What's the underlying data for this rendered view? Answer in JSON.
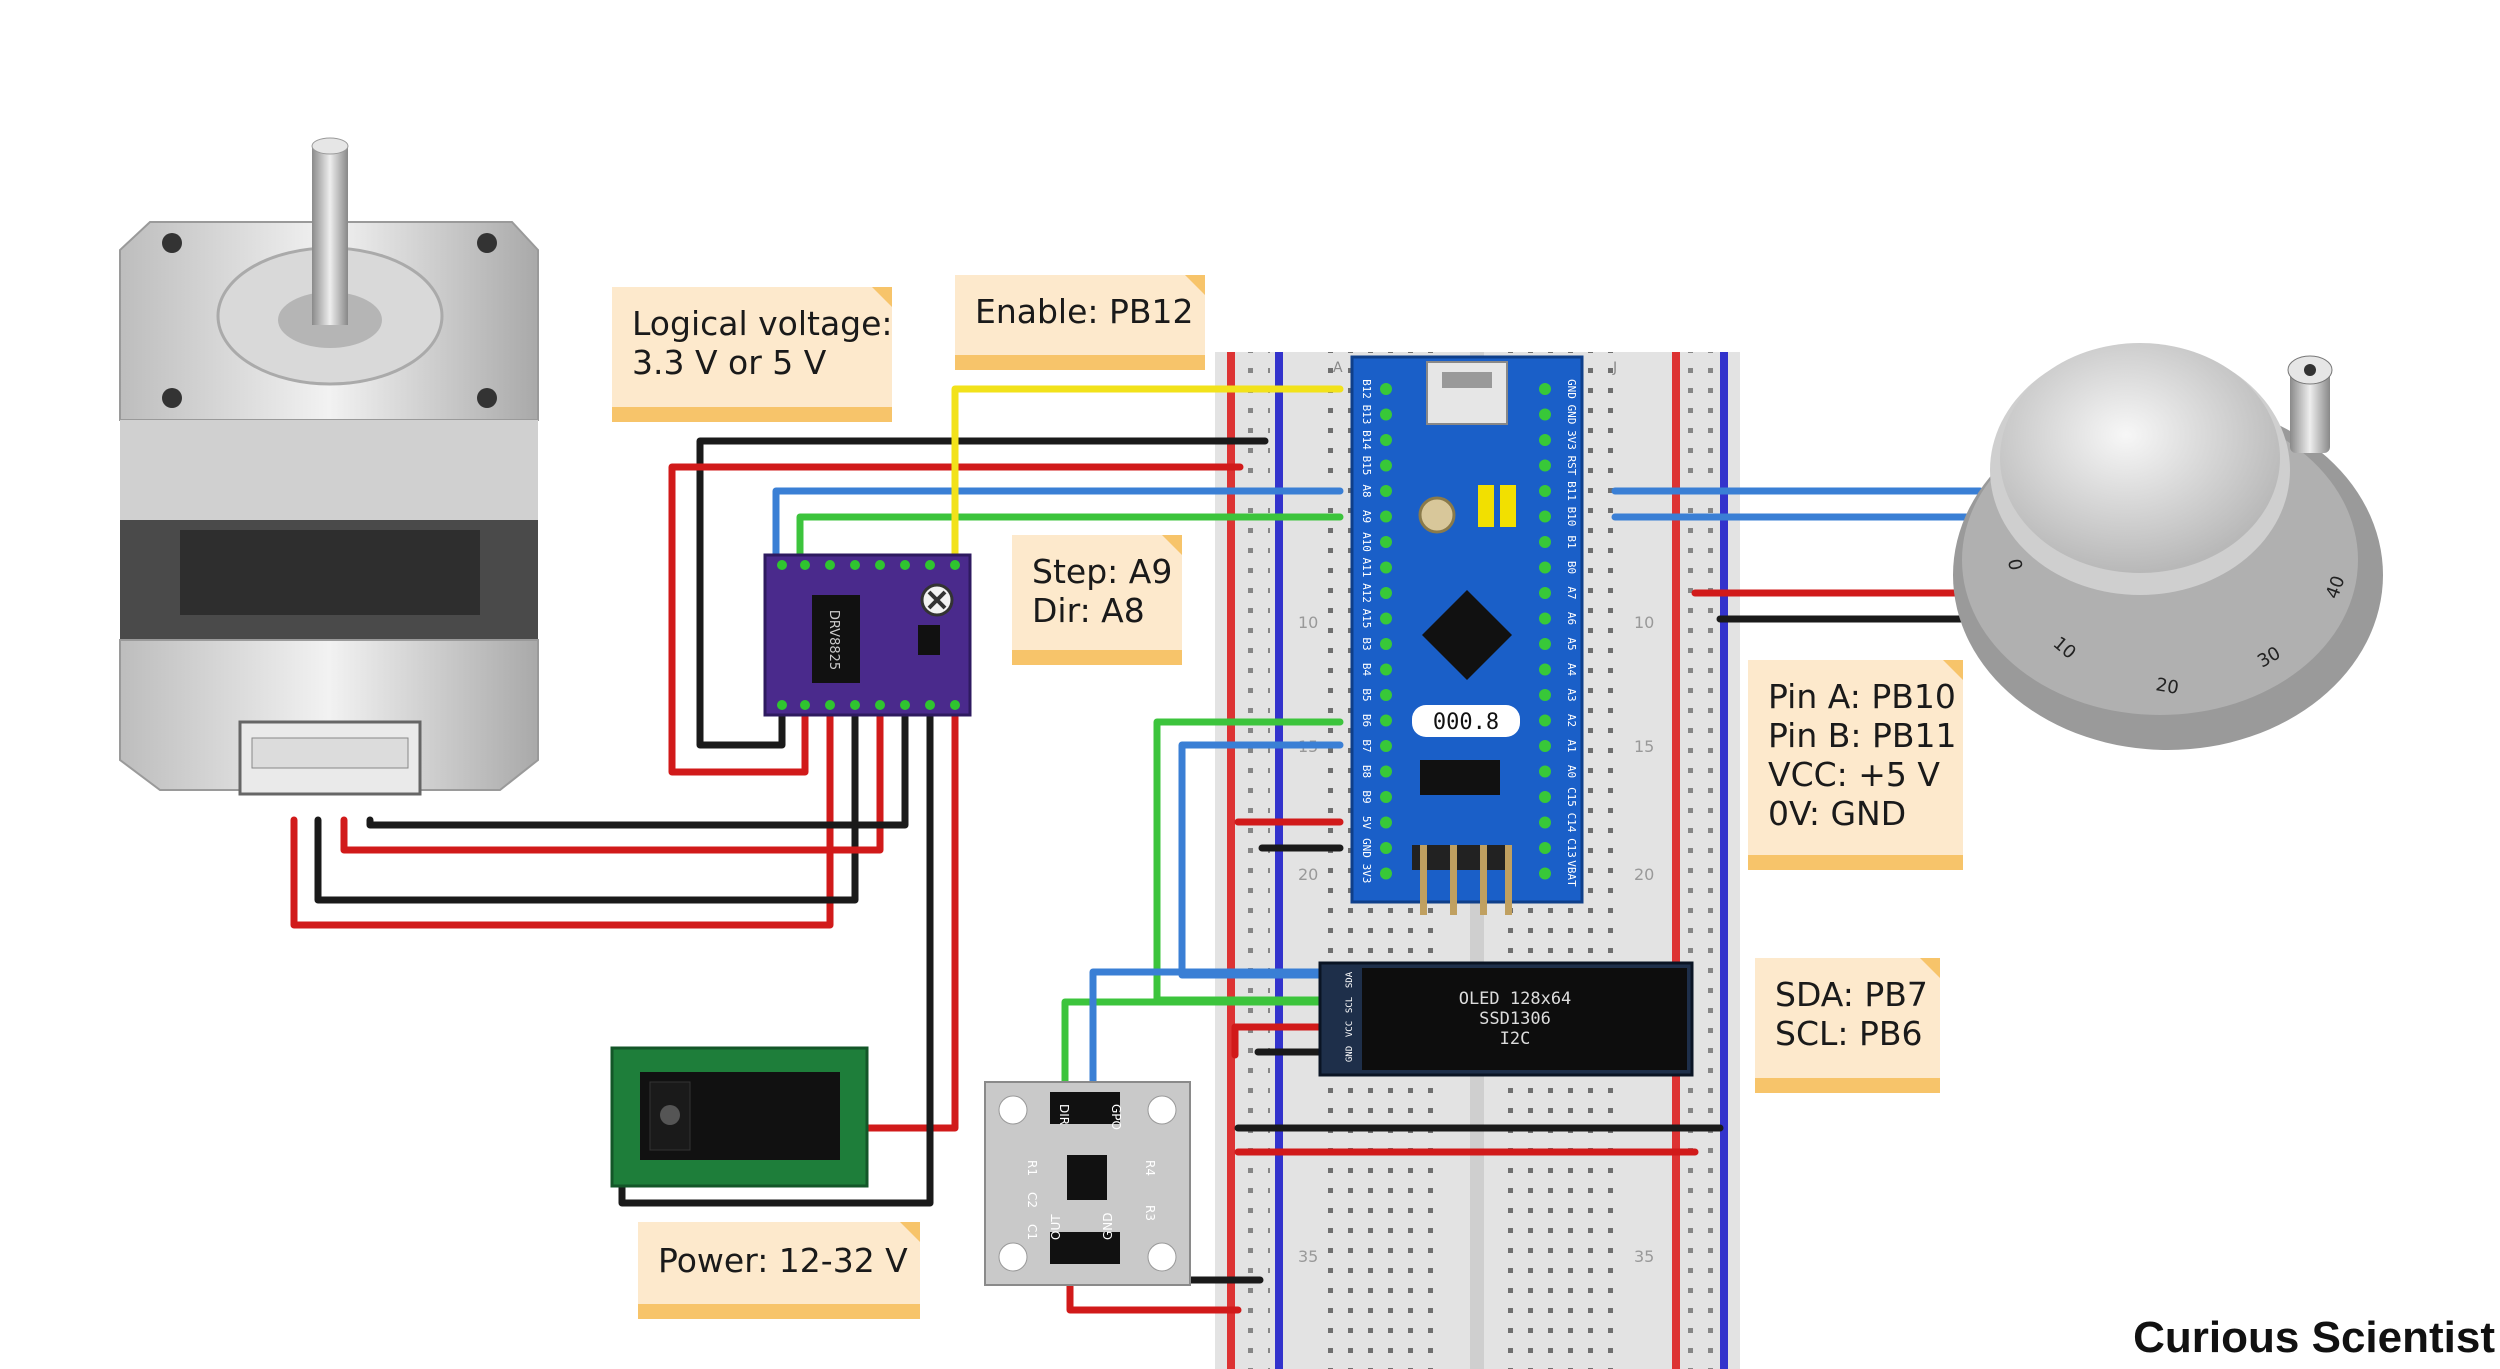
{
  "notes": {
    "logic": [
      "Logical voltage:",
      "3.3 V or 5 V"
    ],
    "enable": [
      "Enable: PB12"
    ],
    "step": [
      "Step: A9",
      "Dir: A8"
    ],
    "encoder": [
      "Pin A: PB10",
      "Pin B: PB11",
      "VCC: +5 V",
      "0V: GND"
    ],
    "i2c": [
      "SDA: PB7",
      "SCL: PB6"
    ],
    "power": [
      "Power: 12-32 V"
    ]
  },
  "driver_label": "DRV8825",
  "oled_label": [
    "OLED 128x64",
    "SSD1306",
    "I2C"
  ],
  "oled_pins": [
    "SDA",
    "SCL",
    "VCC",
    "GND"
  ],
  "as5600_pins": [
    "DIR",
    "GPO",
    "OUT",
    "GND"
  ],
  "as5600_parts": [
    "R1",
    "C2",
    "C1",
    "R4",
    "R3"
  ],
  "stm32_left_pins": [
    "B12",
    "B13",
    "B14",
    "B15",
    "A8",
    "A9",
    "A10",
    "A11",
    "A12",
    "A15",
    "B3",
    "B4",
    "B5",
    "B6",
    "B7",
    "B8",
    "B9",
    "5V",
    "GND",
    "3V3"
  ],
  "stm32_right_pins": [
    "GND",
    "GND",
    "3V3",
    "RST",
    "B11",
    "B10",
    "B1",
    "B0",
    "A7",
    "A6",
    "A5",
    "A4",
    "A3",
    "A2",
    "A1",
    "A0",
    "C15",
    "C14",
    "C13",
    "VBAT"
  ],
  "stm32_chip_label": "000.8",
  "breadboard_numbers": [
    "10",
    "15",
    "20",
    "35"
  ],
  "breadboard_cols": [
    "A",
    "J"
  ],
  "dial_marks": [
    "0",
    "10",
    "20",
    "30",
    "40"
  ],
  "credit": "Curious Scientist",
  "colors": {
    "note_bg": "#fde9cc",
    "note_bar": "#f7c46a",
    "wire_red": "#d11a1a",
    "wire_black": "#1a1a1a",
    "wire_blue": "#3a7fd5",
    "wire_green": "#3cc43c",
    "wire_yellow": "#f2e21a",
    "stm32_blue": "#1a5fc8",
    "driver_purple": "#4a2a8c",
    "pcb_green": "#1e7e3a"
  }
}
